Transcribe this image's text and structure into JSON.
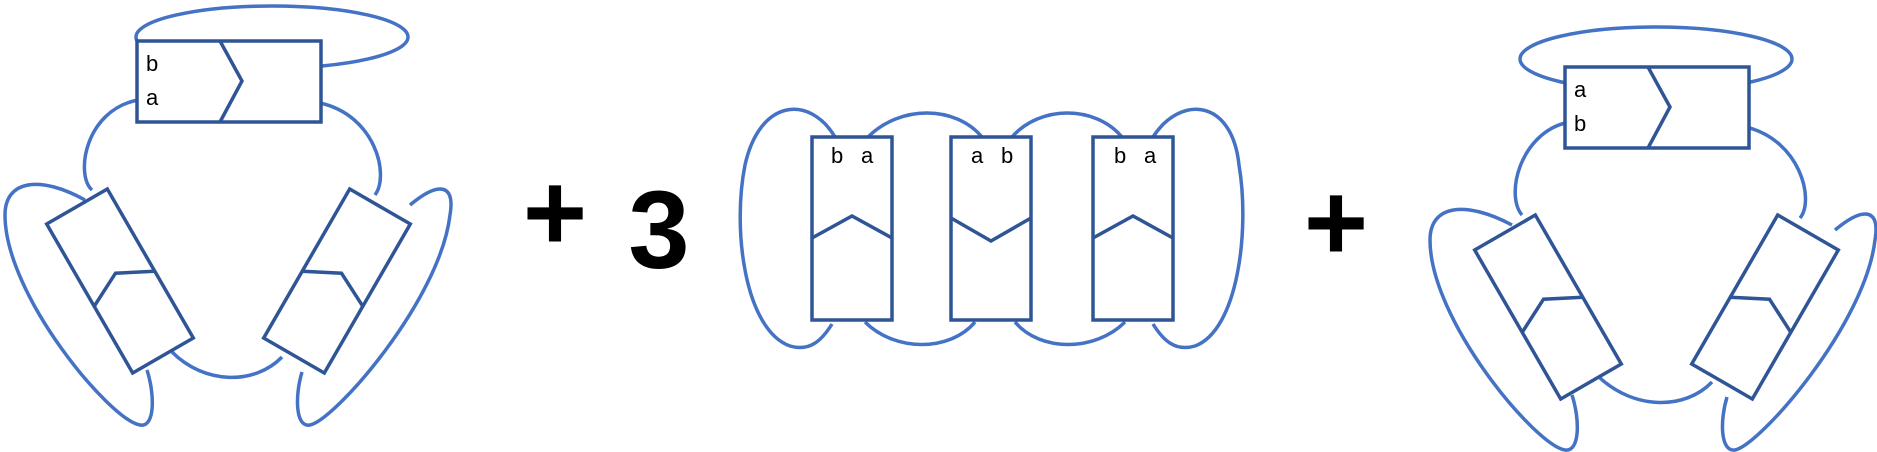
{
  "operators": {
    "plus1": "+",
    "coef": "3",
    "plus2": "+"
  },
  "diagram1": {
    "top_box_labels": [
      "b",
      "a"
    ]
  },
  "diagram2": {
    "box_labels": [
      [
        "b",
        "a"
      ],
      [
        "a",
        "b"
      ],
      [
        "b",
        "a"
      ]
    ]
  },
  "diagram3": {
    "top_box_labels": [
      "a",
      "b"
    ]
  },
  "colors": {
    "loop_stroke": "#4472C4",
    "box_stroke": "#2F5597",
    "text": "#000000"
  }
}
